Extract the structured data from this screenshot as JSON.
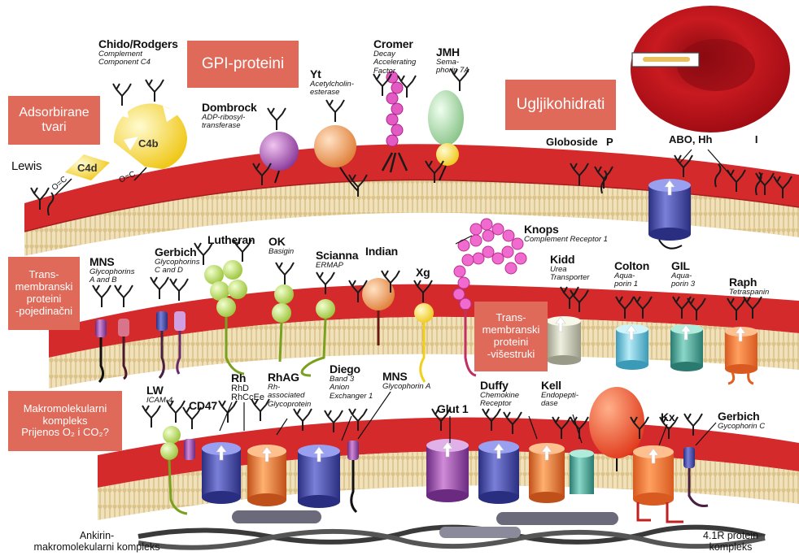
{
  "category_boxes": {
    "adsorbed": "Adsorbirane tvari",
    "gpi": "GPI-proteini",
    "carbs": "Ugljikohidrati",
    "tm_single": "Trans- membranski proteini -pojedinačni",
    "tm_multi": "Trans- membranski proteini -višestruki",
    "macro": "Makromolekularni kompleks Prijenos O₂ i CO₂?"
  },
  "category_boxes_lines": {
    "adsorbed": [
      "Adsorbirane",
      "tvari"
    ],
    "tm_single": [
      "Trans-",
      "membranski",
      "proteini",
      "-pojedinačni"
    ],
    "tm_multi": [
      "Trans-",
      "membranski",
      "proteini",
      "-višestruki"
    ],
    "macro": [
      "Makromolekularni",
      "kompleks",
      "Prijenos O₂ i CO₂?"
    ]
  },
  "antigens": {
    "chido": {
      "name": "Chido/Rodgers",
      "desc": [
        "Complement",
        "Component C4"
      ]
    },
    "dombrock": {
      "name": "Dombrock",
      "desc": [
        "ADP-ribosyl-",
        "transferase"
      ]
    },
    "yt": {
      "name": "Yt",
      "desc": [
        "Acetylcholin-",
        "esterase"
      ]
    },
    "cromer": {
      "name": "Cromer",
      "desc": [
        "Decay",
        "Accelerating",
        "Factor"
      ]
    },
    "jmh": {
      "name": "JMH",
      "desc": [
        "Sema-",
        "phorin 7A"
      ]
    },
    "lewis": {
      "name": "Lewis"
    },
    "globoside": {
      "name": "Globoside",
      "extra": "P"
    },
    "abo": {
      "name": "ABO, Hh",
      "extra": "I"
    },
    "mns": {
      "name": "MNS",
      "desc": [
        "Glycophorins",
        "A and B"
      ]
    },
    "gerbich": {
      "name": "Gerbich",
      "desc": [
        "Glycophorins",
        "C and D"
      ]
    },
    "lutheran": {
      "name": "Lutheran"
    },
    "ok": {
      "name": "OK",
      "desc": [
        "Basigin"
      ]
    },
    "scianna": {
      "name": "Scianna",
      "desc": [
        "ERMAP"
      ]
    },
    "indian": {
      "name": "Indian"
    },
    "xg": {
      "name": "Xg"
    },
    "knops": {
      "name": "Knops",
      "desc": [
        "Complement Receptor 1"
      ]
    },
    "kidd": {
      "name": "Kidd",
      "desc": [
        "Urea",
        "Transporter"
      ]
    },
    "colton": {
      "name": "Colton",
      "desc": [
        "Aqua-",
        "porin 1"
      ]
    },
    "gil": {
      "name": "GIL",
      "desc": [
        "Aqua-",
        "porin 3"
      ]
    },
    "raph": {
      "name": "Raph",
      "desc": [
        "Tetraspanin"
      ]
    },
    "lw": {
      "name": "LW",
      "desc": [
        "ICAM-4"
      ]
    },
    "cd47": {
      "name": "CD47"
    },
    "rh": {
      "name": "Rh",
      "desc2": [
        "RhD",
        "RhCcEe"
      ]
    },
    "rhag": {
      "name": "RhAG",
      "desc": [
        "Rh-",
        "associated",
        "Glycoprotein"
      ]
    },
    "diego": {
      "name": "Diego",
      "desc": [
        "Band 3",
        "Anion",
        "Exchanger 1"
      ]
    },
    "mnsa": {
      "name": "MNS",
      "desc": [
        "Glycophorin A"
      ]
    },
    "glut1": {
      "name": "Glut 1"
    },
    "duffy": {
      "name": "Duffy",
      "desc": [
        "Chemokine",
        "Receptor"
      ]
    },
    "kell": {
      "name": "Kell",
      "desc": [
        "Endopepti-",
        "dase"
      ]
    },
    "kx": {
      "name": "Kx"
    },
    "gerbichc": {
      "name": "Gerbich",
      "desc": [
        "Gycophorin C"
      ]
    }
  },
  "shape_labels": {
    "c4b": "C4b",
    "c4d": "C4d",
    "o_c_left": "O=C",
    "o_c_right": "O=C"
  },
  "bottom_labels": {
    "ankyrin": [
      "Ankirin-",
      "makromolekularni kompleks"
    ],
    "protein41r": [
      "4.1R protein",
      "kompleks"
    ]
  },
  "colors": {
    "membrane_red": "#d42a2c",
    "membrane_dark": "#a81d22",
    "lipid_tan": "#e8d2a0",
    "box_fill": "#e06a5a",
    "glycan": "#1a1a1a",
    "green_domain": "#b7d45a",
    "pink_beads": "#e25bc2",
    "blue_cyl": "#4a4fb0",
    "orange_cyl": "#f08a3a",
    "rbc": "#c0121a"
  }
}
